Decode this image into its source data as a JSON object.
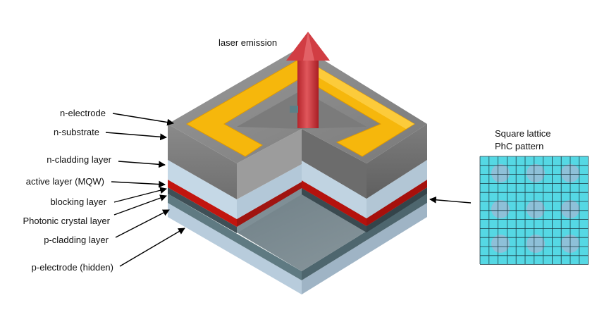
{
  "diagram": {
    "top_label": "laser emission",
    "layer_labels": [
      "n-electrode",
      "n-substrate",
      "n-cladding layer",
      "active layer (MQW)",
      "blocking layer",
      "Photonic crystal layer",
      "p-cladding layer",
      "p-electrode (hidden)"
    ],
    "inset_title_line1": "Square lattice",
    "inset_title_line2": "PhC pattern"
  },
  "colors": {
    "electrode": "#f5b80d",
    "substrate": "#8e8e8e",
    "cladding": "#b9cfe0",
    "active": "#c2150f",
    "beam": "#d43a3f",
    "lattice_bg": "#55d8e4",
    "lattice_hole": "#8ec0d8"
  }
}
